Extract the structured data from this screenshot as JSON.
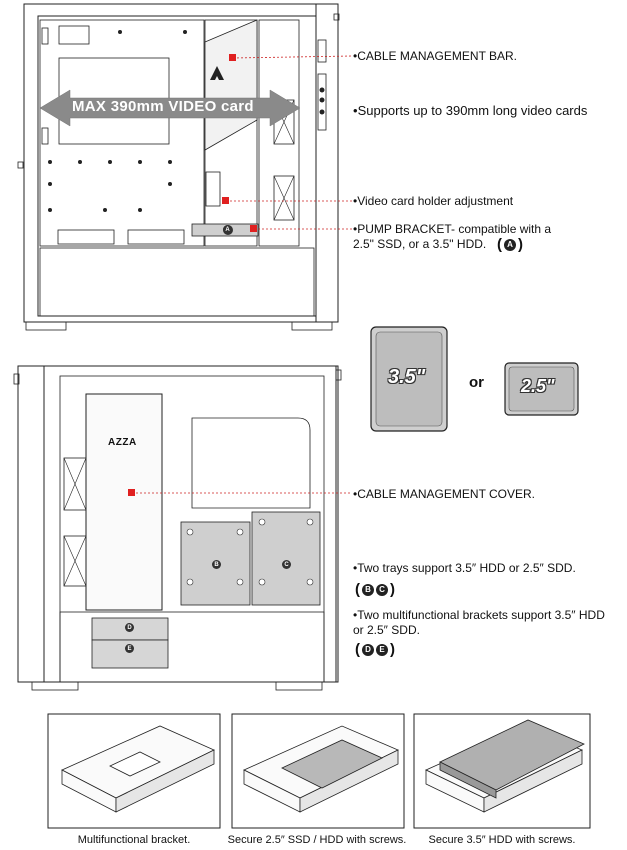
{
  "top_case": {
    "arrow_text": "MAX 390mm VIDEO card",
    "labels": {
      "cable_bar": "CABLE MANAGEMENT BAR.",
      "supports": "Supports up to 390mm long video cards",
      "holder": "Video card holder adjustment",
      "pump": "PUMP BRACKET- compatible with a 2.5\" SSD, or a 3.5\" HDD.",
      "pump_badge": "A"
    },
    "bracket_marker": "A"
  },
  "hdd_options": {
    "large": "3.5\"",
    "or": "or",
    "small": "2.5\""
  },
  "bottom_case": {
    "brand": "AZZA",
    "labels": {
      "cover": "CABLE MANAGEMENT COVER.",
      "trays": "Two trays support 3.5″ HDD or 2.5″ SDD.",
      "trays_badges": [
        "B",
        "C"
      ],
      "brackets": "Two multifunctional brackets support 3.5″ HDD or 2.5″ SDD.",
      "brackets_badges": [
        "D",
        "E"
      ]
    },
    "tray_markers": [
      "B",
      "C"
    ],
    "bracket_markers": [
      "D",
      "E"
    ]
  },
  "captions": [
    "Multifunctional bracket.",
    "Secure 2.5″ SSD / HDD with screws.",
    "Secure 3.5″ HDD with screws."
  ],
  "colors": {
    "accent": "#e02020",
    "arrow": "#8a8a8a",
    "line": "#222222"
  }
}
